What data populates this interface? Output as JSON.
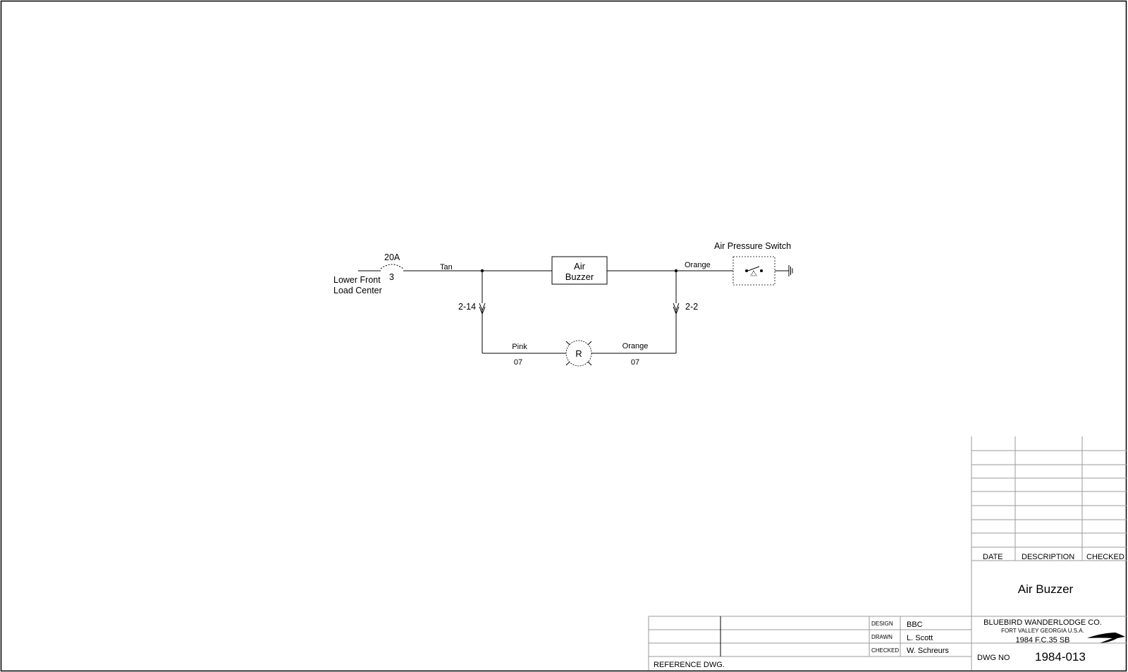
{
  "diagram": {
    "source": {
      "label_line1": "Lower Front",
      "label_line2": "Load Center",
      "breaker_rating": "20A",
      "breaker_number": "3"
    },
    "wires": {
      "feed": "Tan",
      "to_switch": "Orange",
      "lower_left": "Pink",
      "lower_left_num": "07",
      "lower_right": "Orange",
      "lower_right_num": "07"
    },
    "connectors": {
      "left": "2-14",
      "right": "2-2"
    },
    "buzzer": {
      "line1": "Air",
      "line2": "Buzzer"
    },
    "switch": {
      "label": "Air Pressure Switch"
    },
    "relay": {
      "label": "R"
    }
  },
  "title_block": {
    "revision_headers": {
      "date": "DATE",
      "description": "DESCRIPTION",
      "checked": "CHECKED"
    },
    "title": "Air Buzzer",
    "roles": {
      "design_label": "DESIGN",
      "design_value": "BBC",
      "drawn_label": "DRAWN",
      "drawn_value": "L. Scott",
      "checked_label": "CHECKED",
      "checked_value": "W. Schreurs"
    },
    "reference_label": "REFERENCE DWG.",
    "company": {
      "name": "BLUEBIRD WANDERLODGE CO.",
      "location": "FORT VALLEY GEORGIA U.S.A.",
      "model": "1984 F.C.35 SB"
    },
    "dwg_no_label": "DWG NO",
    "dwg_no": "1984-013"
  }
}
